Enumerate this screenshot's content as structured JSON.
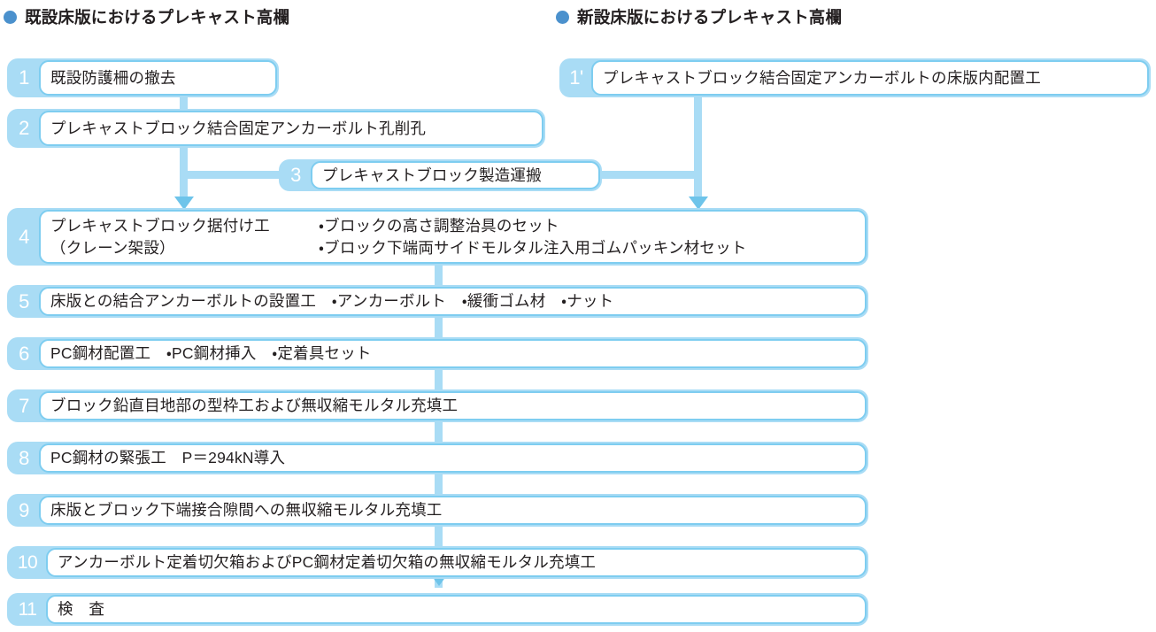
{
  "headers": [
    {
      "label": "既設床版におけるプレキャスト高欄",
      "bullet_color": "#4b91cd"
    },
    {
      "label": "新設床版におけるプレキャスト高欄",
      "bullet_color": "#4b91cd"
    }
  ],
  "colors": {
    "box_fill": "#a9dcf5",
    "box_border": "#7ecdf0",
    "connector": "#a9dcf5",
    "arrow": "#6ec4ea",
    "number_text": "#ffffff",
    "body_text": "#231f20",
    "background": "#ffffff"
  },
  "steps": [
    {
      "id": "step-1",
      "number": "1",
      "text": "既設防護柵の撤去"
    },
    {
      "id": "step-1p",
      "number": "1'",
      "text": "プレキャストブロック結合固定アンカーボルトの床版内配置工"
    },
    {
      "id": "step-2",
      "number": "2",
      "text": "プレキャストブロック結合固定アンカーボルト孔削孔"
    },
    {
      "id": "step-3",
      "number": "3",
      "text": "プレキャストブロック製造運搬"
    },
    {
      "id": "step-4",
      "number": "4",
      "line1_left": "プレキャストブロック据付け工",
      "line1_right": "・ブロックの高さ調整治具のセット",
      "line2_left": "（クレーン架設）",
      "line2_right": "・ブロック下端両サイドモルタル注入用ゴムパッキン材セット"
    },
    {
      "id": "step-5",
      "number": "5",
      "text": "床版との結合アンカーボルトの設置工　・アンカーボルト　・緩衝ゴム材　・ナット"
    },
    {
      "id": "step-6",
      "number": "6",
      "text": "PC鋼材配置工　・PC鋼材挿入　・定着具セット"
    },
    {
      "id": "step-7",
      "number": "7",
      "text": "ブロック鉛直目地部の型枠工および無収縮モルタル充填工"
    },
    {
      "id": "step-8",
      "number": "8",
      "text": "PC鋼材の緊張工　P＝294kN導入"
    },
    {
      "id": "step-9",
      "number": "9",
      "text": "床版とブロック下端接合隙間への無収縮モルタル充填工"
    },
    {
      "id": "step-10",
      "number": "10",
      "text": "アンカーボルト定着切欠箱およびPC鋼材定着切欠箱の無収縮モルタル充填工"
    },
    {
      "id": "step-11",
      "number": "11",
      "text": "検　査"
    }
  ]
}
